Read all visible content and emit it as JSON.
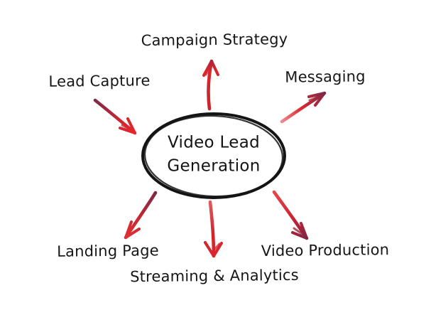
{
  "diagram": {
    "title": "Video Lead Generation mind map",
    "center": {
      "id": "video-lead-generation",
      "label": "Video Lead\nGeneration"
    },
    "nodes": [
      {
        "id": "campaign-strategy",
        "label": "Campaign Strategy"
      },
      {
        "id": "lead-capture",
        "label": "Lead Capture"
      },
      {
        "id": "messaging",
        "label": "Messaging"
      },
      {
        "id": "landing-page",
        "label": "Landing Page"
      },
      {
        "id": "streaming-analytics",
        "label": "Streaming & Analytics"
      },
      {
        "id": "video-production",
        "label": "Video Production"
      }
    ],
    "arrows": [
      {
        "from": "center",
        "to": "campaign-strategy",
        "head_at": "campaign-strategy"
      },
      {
        "from": "lead-capture",
        "to": "center",
        "head_at": "center"
      },
      {
        "from": "center",
        "to": "messaging",
        "head_at": "messaging"
      },
      {
        "from": "center",
        "to": "landing-page",
        "head_at": "landing-page"
      },
      {
        "from": "center",
        "to": "streaming-analytics",
        "head_at": "streaming-analytics"
      },
      {
        "from": "center",
        "to": "video-production",
        "head_at": "video-production"
      }
    ],
    "colors": {
      "arrow_red": "#d8262c",
      "arrow_bright_red": "#e8262b",
      "arrow_dark_maroon": "#7d2a4a",
      "ellipse_outline": "#141414",
      "text": "#161616",
      "background": "#ffffff"
    }
  }
}
